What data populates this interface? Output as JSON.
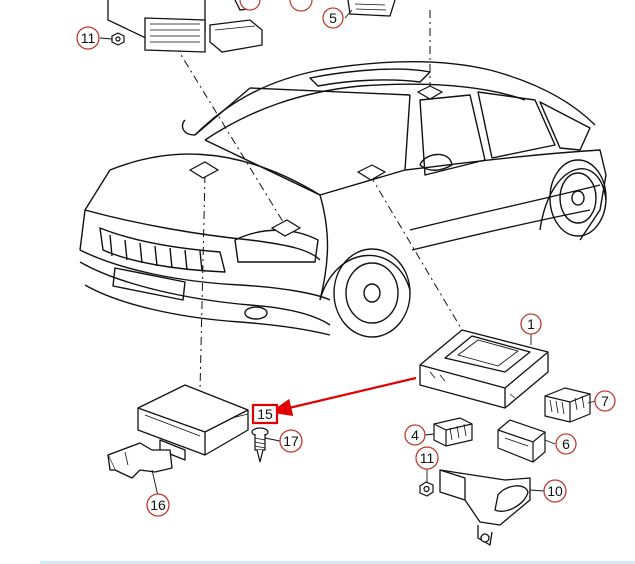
{
  "callouts": [
    {
      "id": "c1",
      "label": "1"
    },
    {
      "id": "c4",
      "label": "4"
    },
    {
      "id": "c5",
      "label": "5"
    },
    {
      "id": "c6",
      "label": "6"
    },
    {
      "id": "c7",
      "label": "7"
    },
    {
      "id": "c10",
      "label": "10"
    },
    {
      "id": "c11a",
      "label": "11"
    },
    {
      "id": "c11b",
      "label": "11"
    },
    {
      "id": "c15",
      "label": "15"
    },
    {
      "id": "c16",
      "label": "16"
    },
    {
      "id": "c17",
      "label": "17"
    }
  ],
  "colors": {
    "line": "#111111",
    "callout_circle": "#c0392b",
    "highlight": "#e00000",
    "bottom_bar": "#d6e9f7"
  }
}
